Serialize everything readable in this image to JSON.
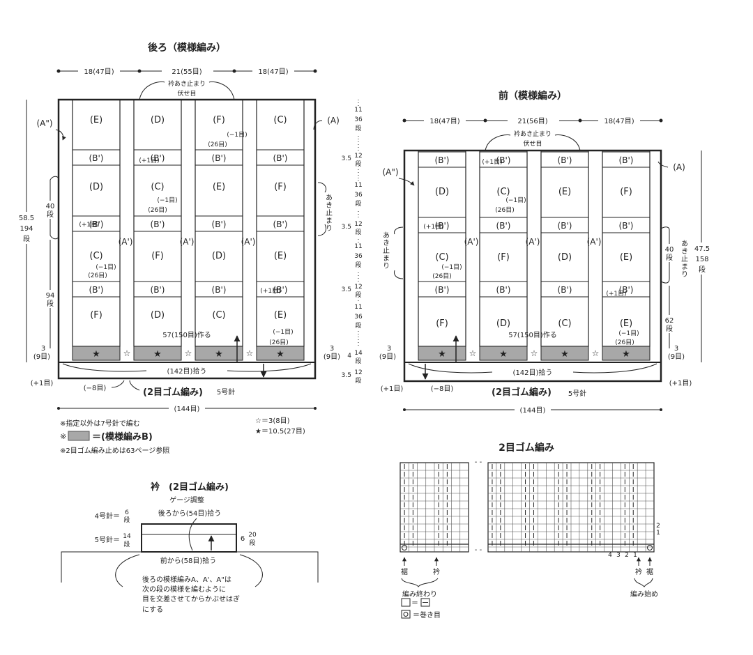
{
  "back": {
    "title": "後ろ（模様編み）",
    "top_dims": [
      "18(47目)",
      "21(55目)",
      "18(47目)"
    ],
    "neck_note": [
      "衿あき止まり",
      "伏せ目"
    ],
    "side_left": "(A\")",
    "side_right": "(A)",
    "total_height": [
      "58.5",
      "194",
      "段"
    ],
    "left_40": [
      "40",
      "段"
    ],
    "left_94": [
      "94",
      "段"
    ],
    "left_3": [
      "3",
      "(9目)"
    ],
    "plus1": "(+1目)",
    "minus8": "(−8目)",
    "akidomari": "あき止まり",
    "cast_on": "57(150目)作る",
    "pickup": "(142目)拾う",
    "rib_label": "(2目ゴム編み)",
    "needle5": "5号針",
    "total_width": "(144目)",
    "right_3": [
      "3",
      "(9目)"
    ],
    "cols": [
      [
        "(E)",
        "(D)",
        "(F)",
        "(C)"
      ],
      [
        "(D)",
        "(C)",
        "(E)",
        "(F)"
      ],
      [
        "(C)",
        "(F)",
        "(D)",
        "(E)"
      ],
      [
        "(F)",
        "(D)",
        "(C)",
        "(E)"
      ]
    ],
    "b_label": "(B')",
    "a1_label": "(A')",
    "minus1": "(−1目)",
    "r26": "(26目)",
    "plus1b": "(+1目)"
  },
  "back_right_scale": {
    "labels": [
      "11",
      "36",
      "段",
      "3.5",
      "12",
      "段",
      "11",
      "36",
      "段",
      "3.5",
      "12",
      "段",
      "11",
      "36",
      "段",
      "3.5",
      "12",
      "段",
      "11",
      "36",
      "段",
      "4",
      "14",
      "段",
      "3.5",
      "12",
      "段"
    ]
  },
  "front": {
    "title": "前（模様編み）",
    "top_dims": [
      "18(47目)",
      "21(56目)",
      "18(47目)"
    ],
    "neck_note": [
      "衿あき止まり",
      "伏せ目"
    ],
    "side_left": "(A\")",
    "side_right": "(A)",
    "total_height": [
      "47.5",
      "158",
      "段"
    ],
    "right_40": [
      "40",
      "段"
    ],
    "right_62": [
      "62",
      "段"
    ],
    "left_3": [
      "3",
      "(9目)"
    ],
    "right_3": [
      "3",
      "(9目)"
    ],
    "akidomari": "あき止まり",
    "cast_on": "57(150目)作る",
    "pickup": "(142目)拾う",
    "rib_label": "(2目ゴム編み)",
    "needle5": "5号針",
    "total_width": "(144目)",
    "plus1": "(+1目)",
    "minus8": "(−8目)"
  },
  "notes": {
    "n1": "※指定以外は7号針で編む",
    "n2_prefix": "※",
    "n2_suffix": "＝(模様編みB)",
    "n3": "※2目ゴム編み止めは63ページ参照",
    "star_white": "☆＝3(8目)",
    "star_black": "★＝10.5(27目)"
  },
  "collar": {
    "title": "衿　(2目ゴム編み)",
    "gauge": "ゲージ調整",
    "back_pick": "後ろから(54目)拾う",
    "front_pick": "前から(58目)拾う",
    "needle4": "4号針＝",
    "needle4_rows": [
      "6",
      "段"
    ],
    "needle5": "5号針＝",
    "needle5_rows": [
      "14",
      "段"
    ],
    "height": "6",
    "height_rows": [
      "20",
      "段"
    ],
    "note": [
      "後ろの模様編みA、A'、A\"は",
      "次の段の模様を編むように",
      "目を交差させてからかぶせはぎ",
      "にする"
    ]
  },
  "rib_chart": {
    "title": "2目ゴム編み",
    "hem": "裾",
    "collar": "衿",
    "end": "編み終わり",
    "start": "編み始め",
    "row_nums": [
      "2",
      "1"
    ],
    "col_nums": [
      "4",
      "3",
      "2",
      "1"
    ],
    "legend1": "＝",
    "legend2": "＝巻き目"
  }
}
